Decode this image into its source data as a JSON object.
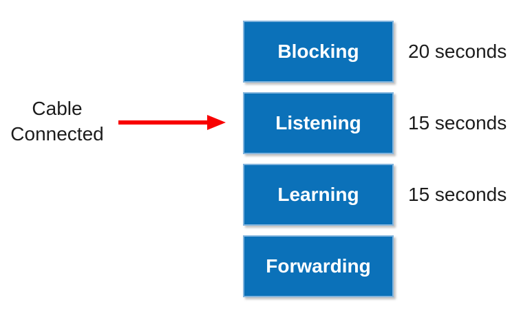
{
  "diagram": {
    "title": "STP port states with cable connected trigger"
  },
  "trigger": {
    "line1": "Cable",
    "line2": "Connected"
  },
  "states": [
    {
      "name": "Blocking",
      "duration": "20 seconds"
    },
    {
      "name": "Listening",
      "duration": "15 seconds"
    },
    {
      "name": "Learning",
      "duration": "15 seconds"
    },
    {
      "name": "Forwarding",
      "duration": ""
    }
  ],
  "colors": {
    "box_fill": "#0B71B9",
    "box_border": "#82B4DD",
    "box_text": "#FFFFFF",
    "label_text": "#1C1C1C",
    "arrow": "#F80000",
    "bg": "#FFFFFF"
  }
}
